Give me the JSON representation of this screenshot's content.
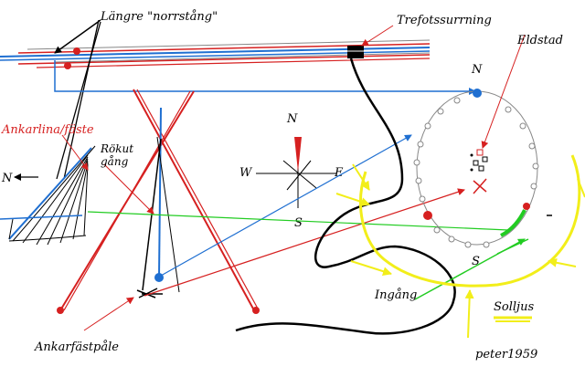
{
  "labels": {
    "longer_pole": "Längre \"norrstång\"",
    "tripod_lashing": "Trefotssurrning",
    "fireplace": "Eldstad",
    "anchor_line": "Ankarlina/fäste",
    "smoke_path": "Rökut gång",
    "anchor_stake": "Ankarfästpåle",
    "entrance": "Ingång",
    "sunlight": "Solljus",
    "author": "peter1959"
  },
  "compass": {
    "north": "N",
    "south": "S",
    "west": "W",
    "east": "E"
  },
  "plan_compass": {
    "north": "N",
    "south": "S"
  },
  "side_view": {
    "north": "N"
  },
  "colors": {
    "red": "#d62020",
    "blue": "#1f6fd1",
    "green": "#22cc22",
    "yellow": "#f2ee1a",
    "black": "#000000",
    "grey": "#888888"
  }
}
